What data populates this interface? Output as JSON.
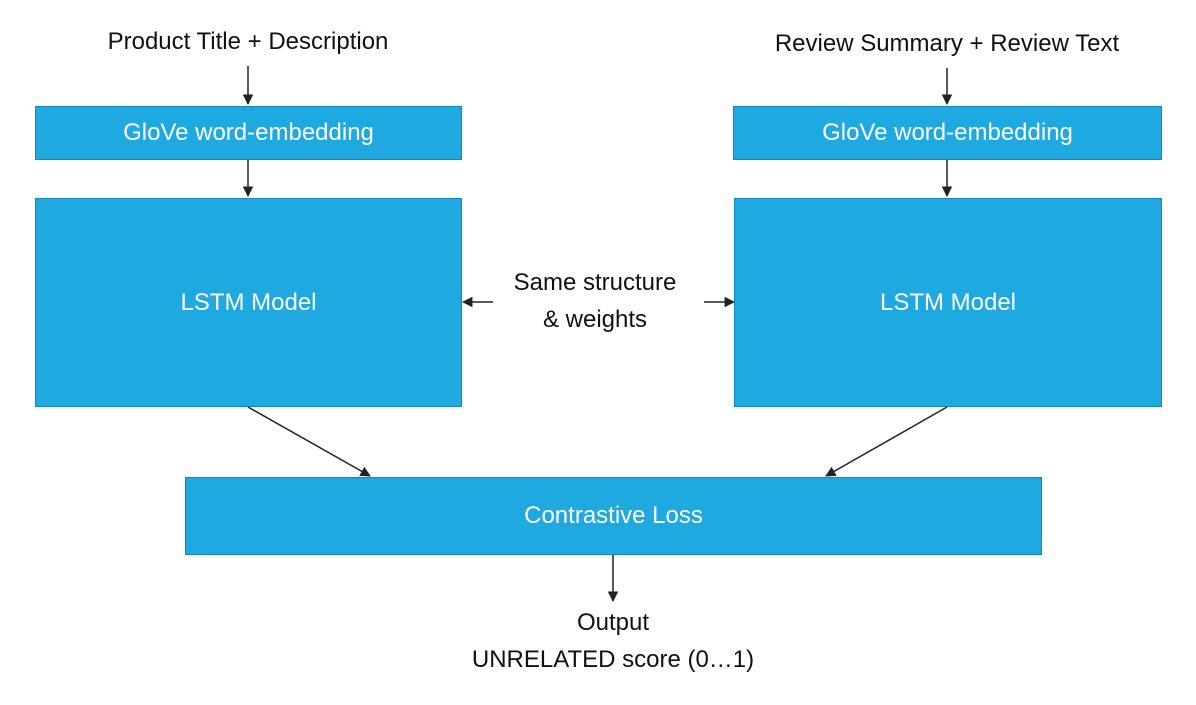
{
  "left_branch": {
    "input_label": "Product Title + Description",
    "embedding_label": "GloVe word-embedding",
    "model_label": "LSTM Model"
  },
  "right_branch": {
    "input_label": "Review Summary + Review Text",
    "embedding_label": "GloVe word-embedding",
    "model_label": "LSTM Model"
  },
  "shared_note": {
    "line1": "Same structure",
    "line2": "& weights"
  },
  "loss_label": "Contrastive Loss",
  "output": {
    "line1": "Output",
    "line2": "UNRELATED score (0…1)"
  },
  "colors": {
    "box_fill": "#1EA9E1",
    "box_border": "#1288BE",
    "box_text": "#ffffff",
    "label_text": "#111111",
    "arrow": "#222222"
  }
}
